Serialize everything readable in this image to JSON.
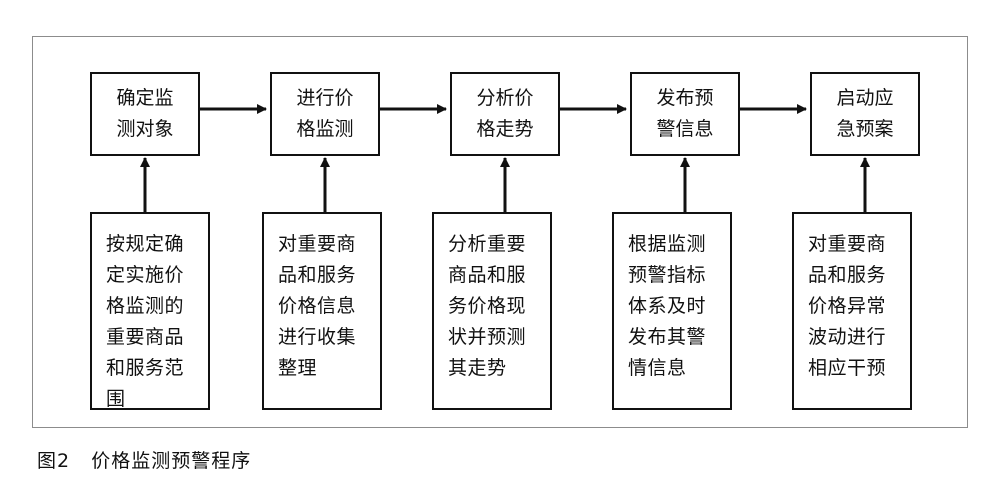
{
  "steps": [
    {
      "title": "确定监\n测对象",
      "detail": "按规定确\n定实施价\n格监测的\n重要商品\n和服务范围"
    },
    {
      "title": "进行价\n格监测",
      "detail": "对重要商\n品和服务\n价格信息\n进行收集\n整理"
    },
    {
      "title": "分析价\n格走势",
      "detail": "分析重要\n商品和服\n务价格现\n状并预测\n其走势"
    },
    {
      "title": "发布预\n警信息",
      "detail": "根据监测\n预警指标\n体系及时\n发布其警\n情信息"
    },
    {
      "title": "启动应\n急预案",
      "detail": "对重要商\n品和服务\n价格异常\n波动进行\n相应干预"
    }
  ],
  "caption": "图2   价格监测预警程序",
  "colors": {
    "stroke": "#111111",
    "frame": "#8c8c8c",
    "background": "#ffffff"
  }
}
